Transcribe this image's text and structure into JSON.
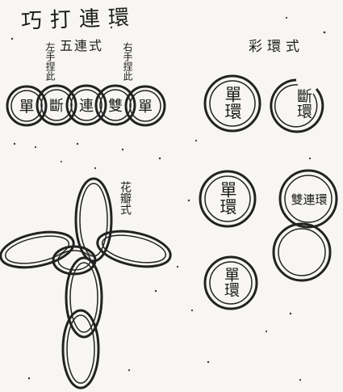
{
  "page": {
    "title": "巧打連環",
    "left_section": {
      "label": "五連式",
      "left_note": "左手捏此",
      "right_note": "右手捏此",
      "rings": [
        "單",
        "斷",
        "連",
        "雙",
        "單"
      ]
    },
    "right_section": {
      "label": "彩環式",
      "single_ring_1": "單環",
      "broken_ring": "斷環",
      "single_ring_2": "單環",
      "double_ring": "雙連環",
      "single_ring_3": "單環"
    },
    "flower": {
      "label": "花瓣式"
    }
  }
}
